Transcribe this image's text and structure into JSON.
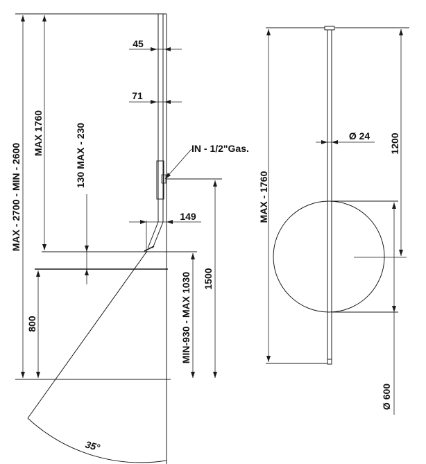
{
  "left_view": {
    "dim_total": "MAX - 2700 - MIN - 2600",
    "dim_max1760": "MAX 1760",
    "dim_130_230": "130 MAX - 230",
    "dim_800": "800",
    "dim_930_1030": "MIN-930 - MAX 1030",
    "dim_1500": "1500",
    "dim_45": "45",
    "dim_71": "71",
    "dim_149": "149",
    "gas_inlet": "IN - 1/2\"Gas.",
    "angle": "35°"
  },
  "right_view": {
    "dim_diameter_rod": "Ø 24",
    "dim_1200": "1200",
    "dim_max1760": "MAX - 1760",
    "dim_diameter_disc": "Ø 600"
  }
}
